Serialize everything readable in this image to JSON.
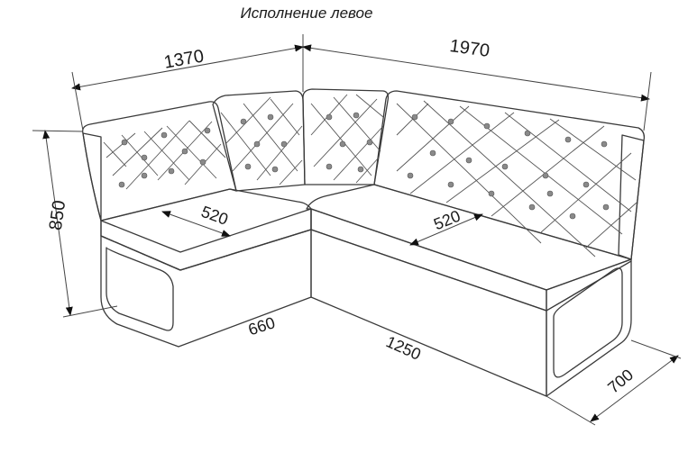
{
  "title": "Исполнение левое",
  "dimensions": {
    "left_width": "1370",
    "right_width": "1970",
    "height": "850",
    "left_seat_depth": "520",
    "right_seat_depth": "520",
    "left_base": "660",
    "right_base": "1250",
    "depth": "700"
  },
  "colors": {
    "base_fill": "#a8a8a8",
    "seat_fill": "#ffffff",
    "back_fill": "#f4f4f4",
    "line": "#3a3a3a",
    "button": "#8a8a8a"
  }
}
